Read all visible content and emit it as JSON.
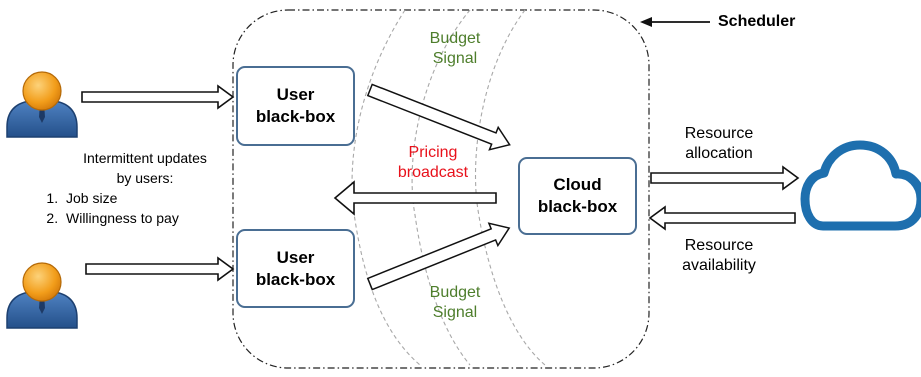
{
  "scheduler": {
    "label": "Scheduler"
  },
  "boxes": {
    "user_top": [
      "User",
      "black-box"
    ],
    "user_bottom": [
      "User",
      "black-box"
    ],
    "cloud": [
      "Cloud",
      "black-box"
    ]
  },
  "signals": {
    "budget_top": [
      "Budget",
      "Signal"
    ],
    "budget_bottom": [
      "Budget",
      "Signal"
    ],
    "pricing": [
      "Pricing",
      "broadcast"
    ]
  },
  "user_updates": {
    "heading": [
      "Intermittent updates",
      "by users:"
    ],
    "items": [
      "Job size",
      "Willingness to pay"
    ]
  },
  "resources": {
    "allocation": [
      "Resource",
      "allocation"
    ],
    "availability": [
      "Resource",
      "availability"
    ]
  },
  "colors": {
    "box_border": "#4a6e93",
    "budget": "#4e7e2c",
    "pricing": "#e8111b",
    "cloud": "#1e6fae",
    "user_head": "#f29d1a",
    "user_body": "#2f5f9c"
  },
  "icons": [
    "user-icon",
    "cloud-icon"
  ]
}
